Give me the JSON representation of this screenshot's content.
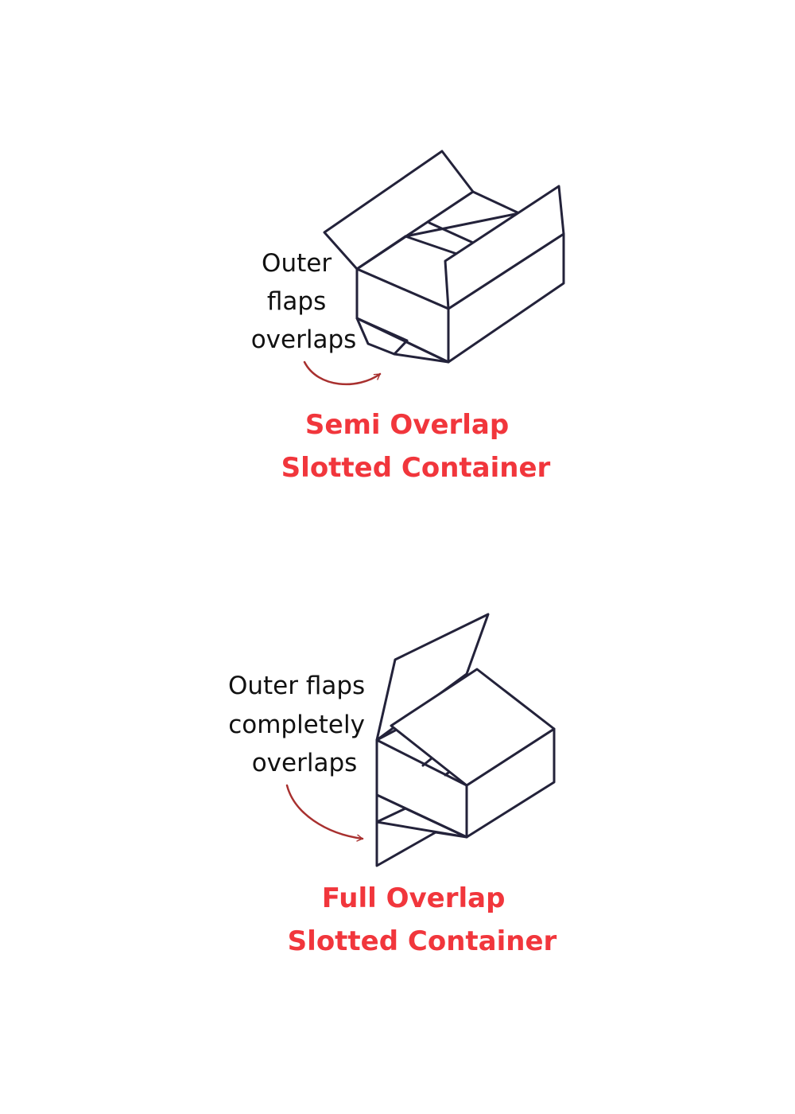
{
  "colors": {
    "title": "#f1363c",
    "line": "#23223a",
    "arrow": "#a8302f",
    "text": "#111111"
  },
  "semi_overlap": {
    "note_lines": [
      "Outer",
      "flaps",
      "overlaps"
    ],
    "title_lines": [
      "Semi Overlap",
      "Slotted Container"
    ]
  },
  "full_overlap": {
    "note_lines": [
      "Outer flaps",
      "completely",
      "overlaps"
    ],
    "title_lines": [
      "Full Overlap",
      "Slotted Container"
    ]
  }
}
